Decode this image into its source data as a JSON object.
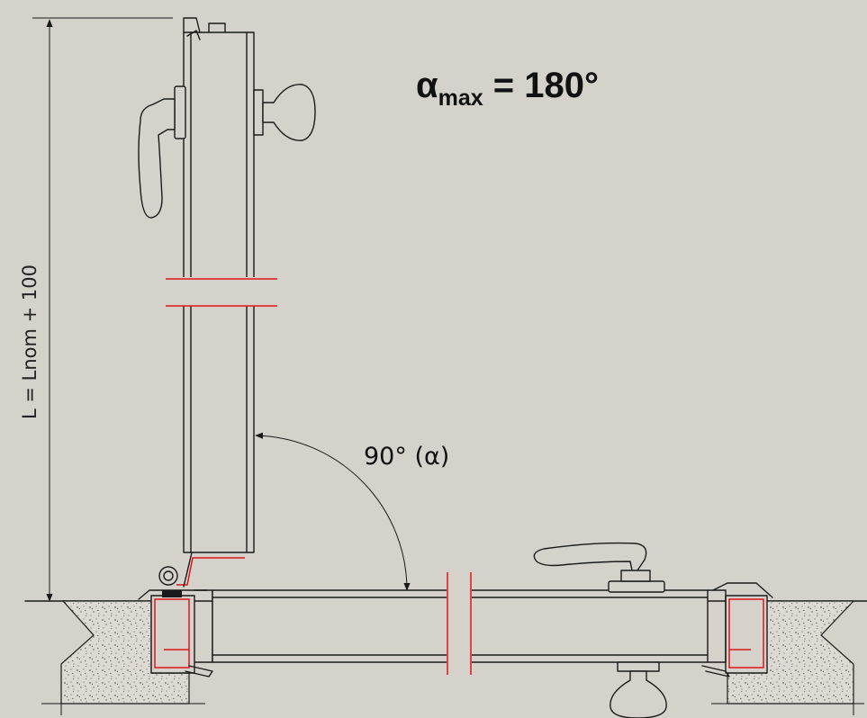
{
  "title": {
    "alpha": "α",
    "subscript": "max",
    "equals": " = ",
    "value": "180°"
  },
  "dimension_label": "L = Lnom + 100",
  "angle_label": "90° (α)",
  "colors": {
    "background": "#d4d2cb",
    "line": "#1a1a1a",
    "accent_red": "#e0141c",
    "concrete": "#dcdad3"
  }
}
